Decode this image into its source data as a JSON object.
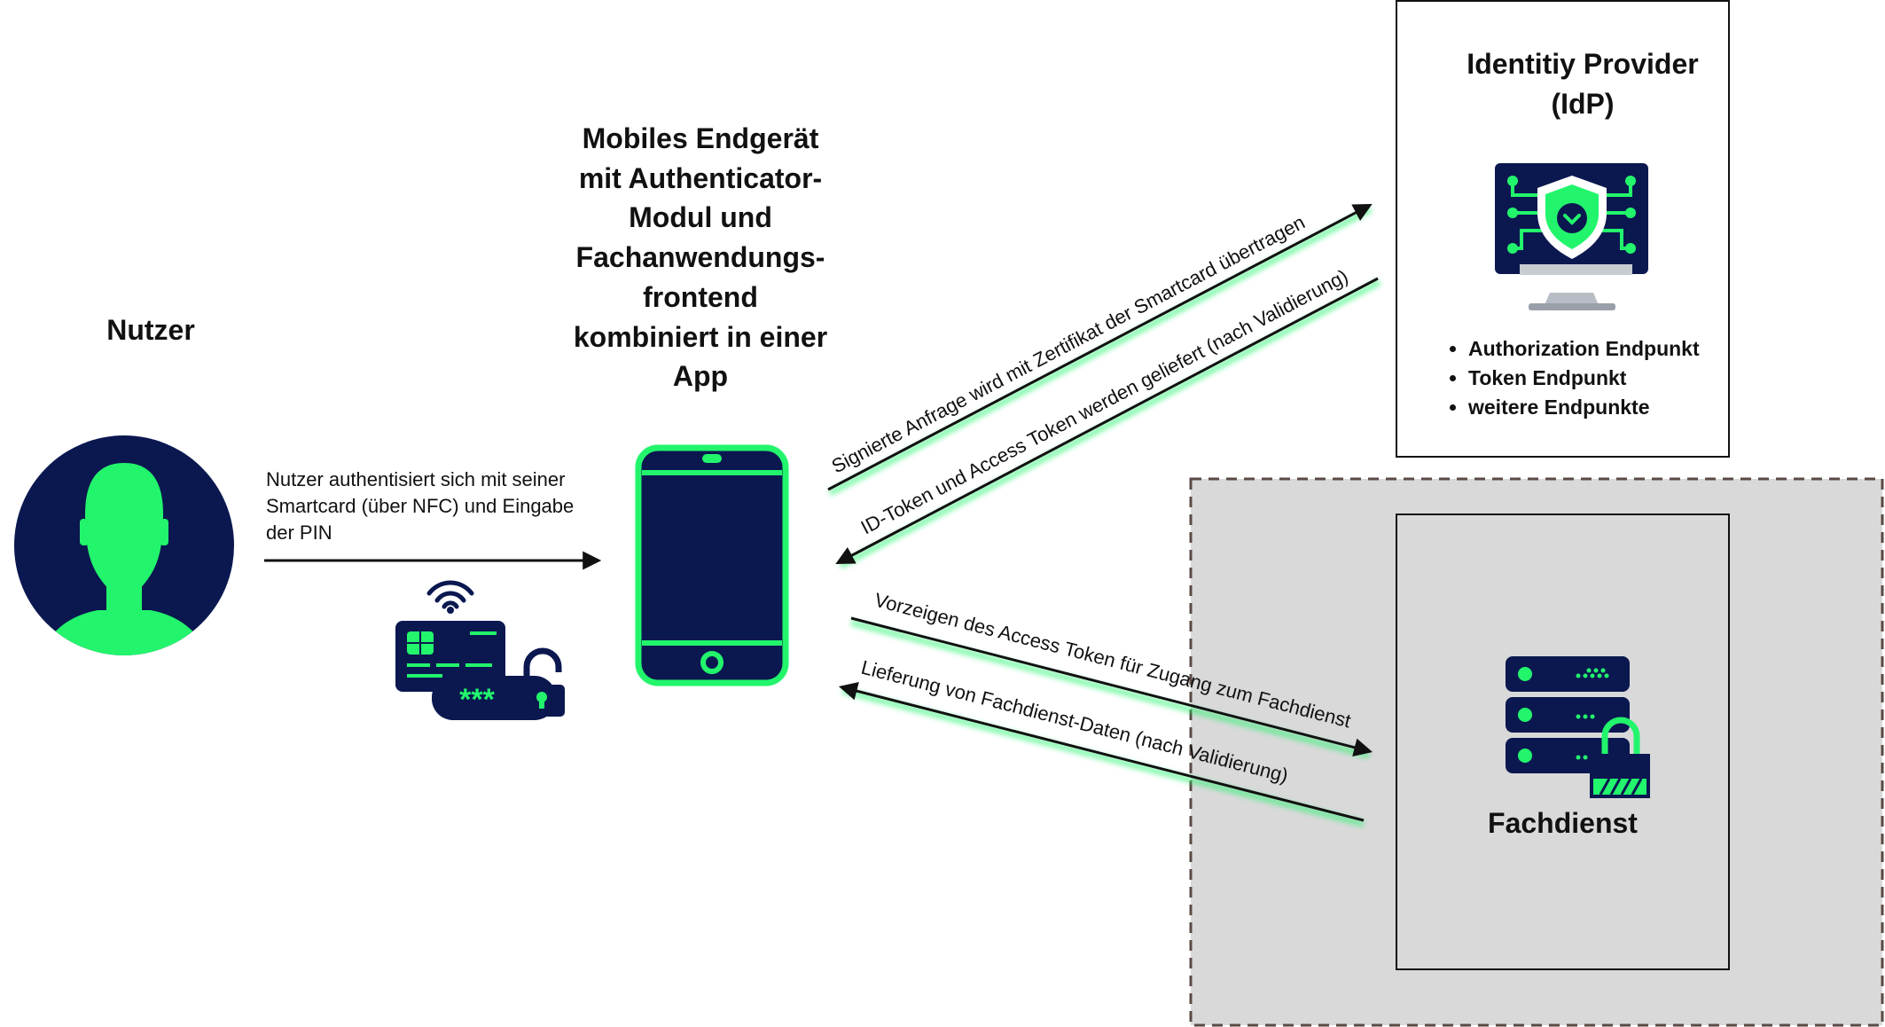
{
  "nutzer": {
    "title": "Nutzer"
  },
  "device": {
    "title_lines": [
      "Mobiles Endgerät",
      "mit Authenticator-",
      "Modul und",
      "Fachanwendungs-",
      "frontend",
      "kombiniert in einer",
      "App"
    ]
  },
  "idp": {
    "title_lines": [
      "Identitiy Provider",
      "(IdP)"
    ],
    "endpoints": [
      "Authorization Endpunkt",
      "Token Endpunkt",
      "weitere Endpunkte"
    ]
  },
  "fachdienst": {
    "title": "Fachdienst"
  },
  "arrows": {
    "auth_lines": [
      "Nutzer authentisiert sich mit seiner",
      "Smartcard (über NFC) und Eingabe",
      "der PIN"
    ],
    "signed_request": "Signierte Anfrage wird mit Zertifikat der Smartcard übertragen",
    "tokens": "ID-Token und Access Token werden geliefert (nach Validierung)",
    "access_token": "Vorzeigen des Access Token für Zugang zum Fachdienst",
    "data_delivery": "Lieferung von Fachdienst-Daten (nach Validierung)"
  },
  "pin_mask": "***",
  "colors": {
    "navy": "#0b1850",
    "green": "#22f56c",
    "gray_zone": "#d9d9d9"
  }
}
